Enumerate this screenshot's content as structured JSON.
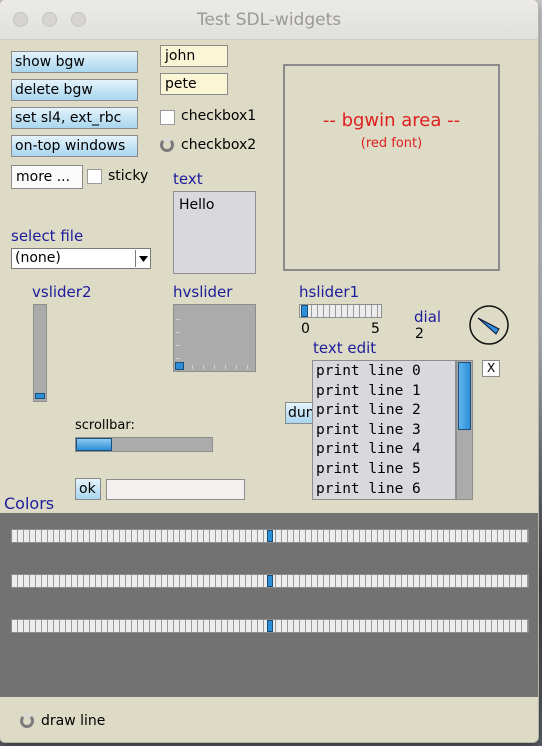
{
  "window": {
    "title": "Test SDL-widgets"
  },
  "buttons": {
    "show_bgw": "show bgw",
    "delete_bgw": "delete bgw",
    "set_sl4": "set sl4, ext_rbc",
    "on_top": "on-top windows",
    "more": "more ...",
    "ok": "ok",
    "x": "X",
    "dump": "dum"
  },
  "fields": {
    "john": "john",
    "pete": "pete",
    "ok_input": ""
  },
  "checkboxes": {
    "checkbox1": "checkbox1",
    "checkbox2": "checkbox2",
    "sticky": "sticky"
  },
  "text_box": {
    "label": "text",
    "content": "Hello"
  },
  "select_file": {
    "label": "select file",
    "value": "(none)"
  },
  "bgwin": {
    "title": "-- bgwin area --",
    "subtitle": "(red font)",
    "color": "#e02020"
  },
  "vslider2": {
    "label": "vslider2",
    "value_fraction": 0.0
  },
  "hvslider": {
    "label": "hvslider"
  },
  "hslider1": {
    "label": "hslider1",
    "min": "0",
    "max": "5",
    "value": 0
  },
  "dial": {
    "label": "dial",
    "value": "2"
  },
  "scrollbar": {
    "label": "scrollbar:",
    "value_fraction": 0.0
  },
  "text_edit": {
    "label": "text edit",
    "lines": [
      "print line 0",
      "print line 1",
      "print line 2",
      "print line 3",
      "print line 4",
      "print line 5",
      "print line 6"
    ]
  },
  "colors": {
    "label": "Colors",
    "slider_values": [
      0.5,
      0.5,
      0.5
    ]
  },
  "draw_line": {
    "label": "draw line"
  },
  "accent": "#2e8fd8",
  "label_color": "#1c1c9c"
}
